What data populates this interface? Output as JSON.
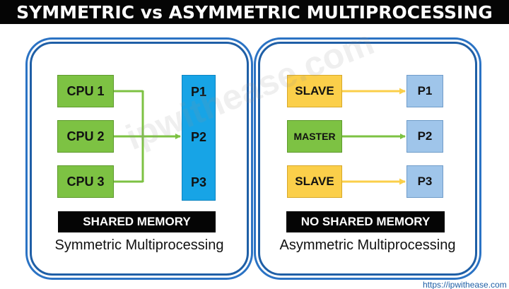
{
  "title": "SYMMETRIC vs ASYMMETRIC MULTIPROCESSING",
  "symmetric": {
    "cpus": [
      "CPU 1",
      "CPU 2",
      "CPU 3"
    ],
    "processes": [
      "P1",
      "P2",
      "P3"
    ],
    "memory_label": "SHARED MEMORY",
    "caption": "Symmetric Multiprocessing"
  },
  "asymmetric": {
    "processors": [
      "SLAVE",
      "MASTER",
      "SLAVE"
    ],
    "processes": [
      "P1",
      "P2",
      "P3"
    ],
    "memory_label": "NO SHARED MEMORY",
    "caption": "Asymmetric Multiprocessing"
  },
  "watermark": "ipwithease.com",
  "footer_url": "https://ipwithease.com",
  "colors": {
    "cpu_green": "#7dc243",
    "slave_yellow": "#fbcf4a",
    "process_blue": "#9fc5ea",
    "process_strip": "#17a4e6",
    "panel_border": "#1f5fa6",
    "title_bg": "#050505"
  }
}
